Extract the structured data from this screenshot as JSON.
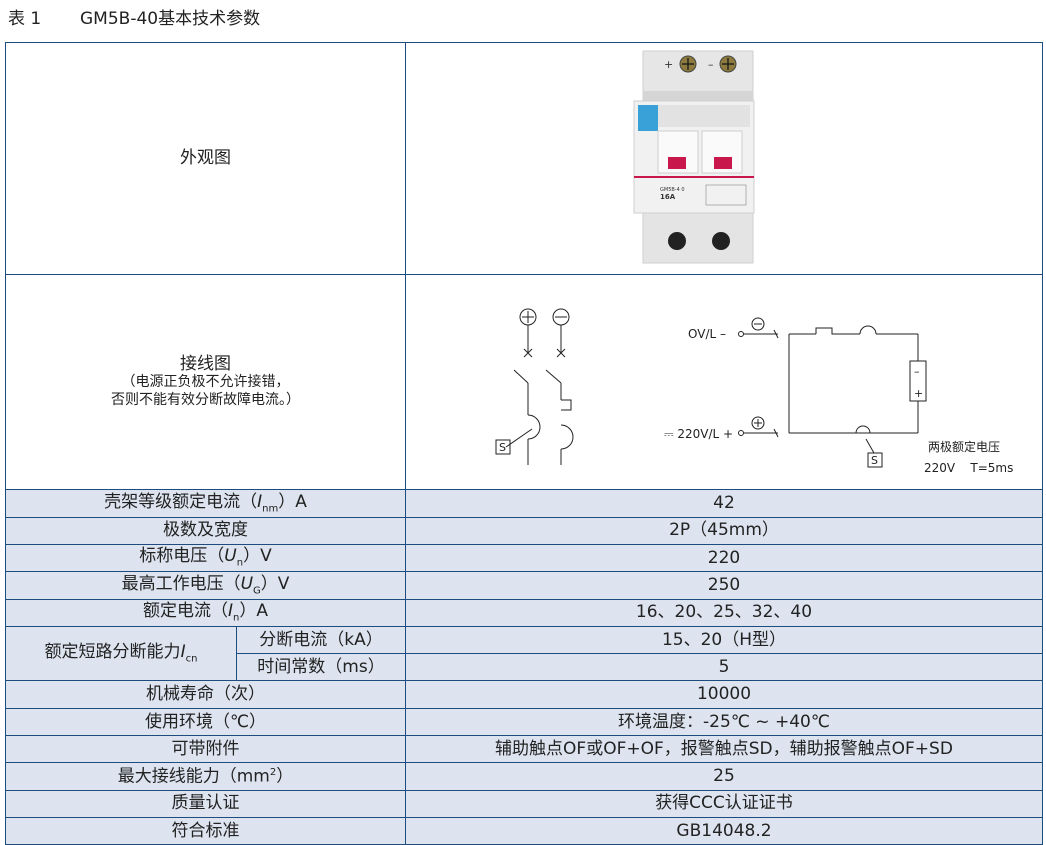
{
  "caption": {
    "number": "表 1",
    "title": "GM5B-40基本技术参数"
  },
  "appearance": {
    "label": "外观图",
    "device": {
      "plus": "+",
      "minus": "–",
      "model": "GM5B-4 0",
      "current": "16A"
    }
  },
  "wiring": {
    "label": "接线图",
    "note_line1": "（电源正负极不允许接错，",
    "note_line2": "否则不能有效分断故障电流。）",
    "left_s": "S",
    "ov_label": "OV/L –",
    "v220_label": "⎓ 220V/L +",
    "right_s": "S",
    "box_minus": "–",
    "box_plus": "+",
    "pole_text": "两极额定电压",
    "voltage_text": "220V    T=5ms"
  },
  "rows": {
    "frame": {
      "label_a": "壳架等级额定电流（",
      "sym": "I",
      "sub": "nm",
      "label_b": "）A",
      "value": "42"
    },
    "poles": {
      "label": "极数及宽度",
      "value": "2P（45mm）"
    },
    "un": {
      "label_a": "标称电压（",
      "sym": "U",
      "sub": "n",
      "label_b": "）V",
      "value": "220"
    },
    "ug": {
      "label_a": "最高工作电压（",
      "sym": "U",
      "sub": "G",
      "label_b": "）V",
      "value": "250"
    },
    "in": {
      "label_a": "额定电流（",
      "sym": "I",
      "sub": "n",
      "label_b": "）A",
      "value": "16、20、25、32、40"
    },
    "icn": {
      "label_a": "额定短路分断能力",
      "sym": "I",
      "sub": "cn",
      "sub1_label": "分断电流（kA）",
      "sub1_value": "15、20（H型）",
      "sub2_label": "时间常数（ms）",
      "sub2_value": "5"
    },
    "life": {
      "label": "机械寿命（次）",
      "value": "10000"
    },
    "env": {
      "label": "使用环境（℃）",
      "value": "环境温度：-25℃ ~ +40℃"
    },
    "acc": {
      "label": "可带附件",
      "value": "辅助触点OF或OF+OF，报警触点SD，辅助报警触点OF+SD"
    },
    "wire": {
      "label_a": "最大接线能力（mm",
      "sup": "2",
      "label_b": "）",
      "value": "25"
    },
    "cert": {
      "label": "质量认证",
      "value": "获得CCC认证证书"
    },
    "std": {
      "label": "符合标准",
      "value": "GB14048.2"
    }
  }
}
